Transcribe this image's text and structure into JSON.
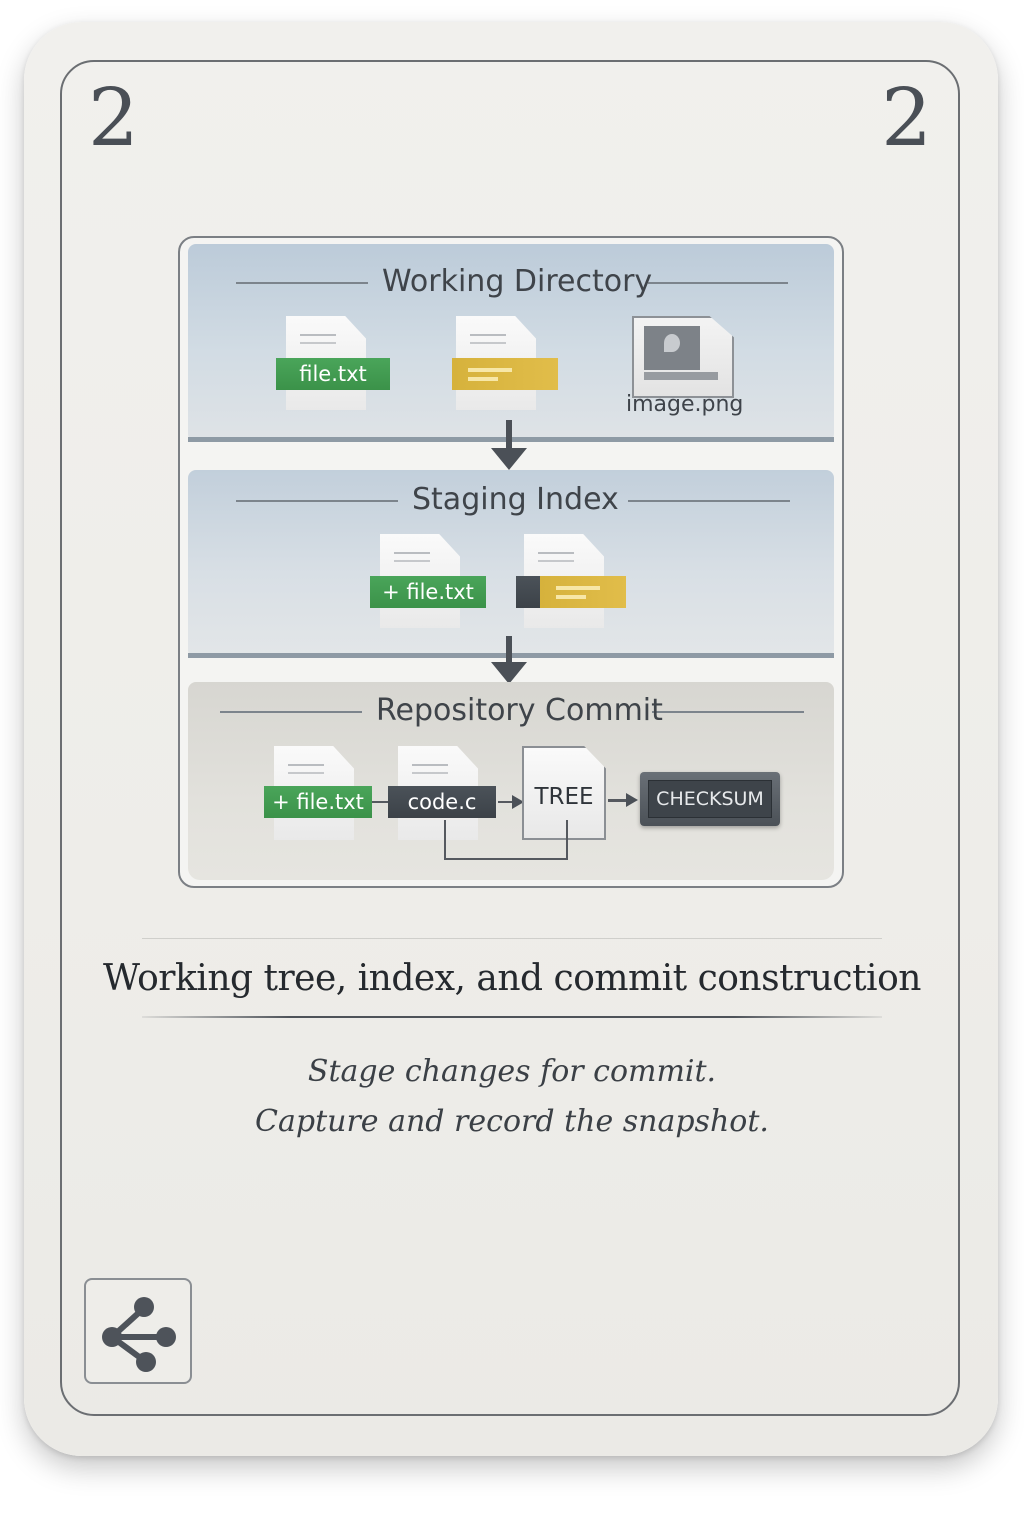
{
  "card": {
    "rank_left": "2",
    "rank_right": "2",
    "title": "Working tree, index, and commit construction",
    "caption_lines": [
      "Stage changes for commit.",
      "Capture and record the snapshot."
    ],
    "icon": "share-icon"
  },
  "diagram": {
    "working_directory": {
      "title": "Working Directory",
      "files": [
        {
          "label": "file.txt",
          "color": "#3f9a4e"
        },
        {
          "label": "",
          "color": "#d9b440"
        },
        {
          "label": "image.png",
          "color": "#7d8288"
        }
      ]
    },
    "staging_index": {
      "title": "Staging Index",
      "files": [
        {
          "label": "+ file.txt",
          "color": "#3f9a4e"
        },
        {
          "label": "",
          "color": "#d9b440"
        }
      ]
    },
    "repository_commit": {
      "title": "Repository Commit",
      "files": [
        {
          "label": "+ file.txt",
          "color": "#3f9a4e"
        },
        {
          "label": "code.c",
          "color": "#444a50"
        }
      ],
      "tree": "TREE",
      "checksum": "CHECKSUM"
    }
  },
  "colors": {
    "green": "#3f9a4e",
    "yellow": "#d9b440",
    "dark": "#444a50",
    "card": "#efeeea"
  }
}
